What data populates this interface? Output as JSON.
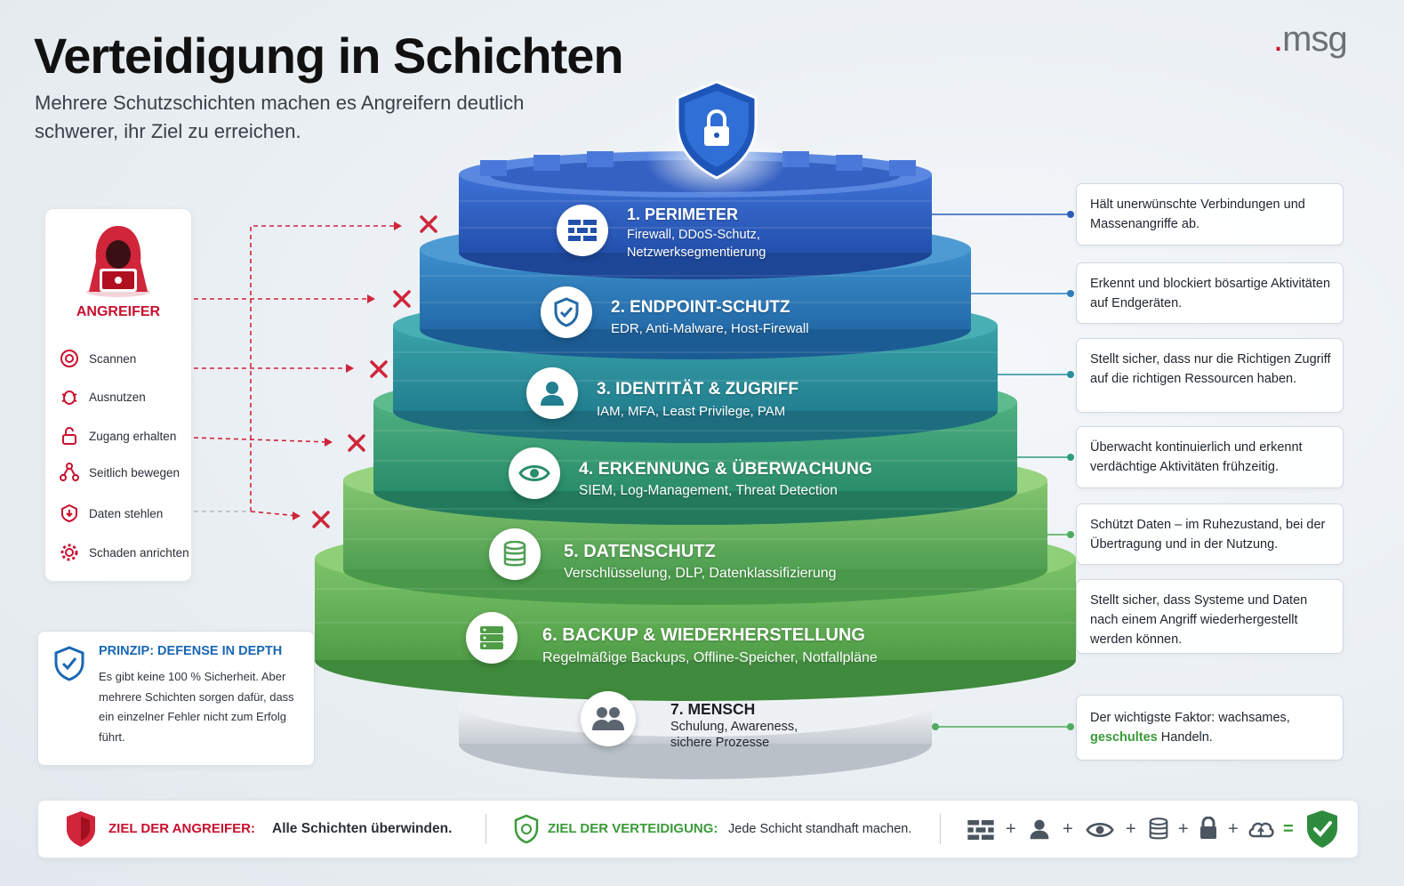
{
  "header": {
    "title": "Verteidigung in Schichten",
    "subtitle": "Mehrere Schutzschichten machen es Angreifern deutlich schwerer, ihr Ziel zu erreichen.",
    "logo": "msg"
  },
  "attacker": {
    "label": "ANGREIFER",
    "steps": [
      "Scannen",
      "Ausnutzen",
      "Zugang erhalten",
      "Seitlich bewegen",
      "Daten stehlen",
      "Schaden anrichten"
    ]
  },
  "principle": {
    "title": "PRINZIP: DEFENSE IN DEPTH",
    "text": "Es gibt keine 100 % Sicherheit. Aber mehrere Schichten sorgen dafür, dass ein einzelner Fehler nicht zum Erfolg führt."
  },
  "layers": [
    {
      "title": "1. PERIMETER",
      "sub1": "Firewall, DDoS-Schutz,",
      "sub2": "Netzwerksegmentierung",
      "icon": "firewall-icon",
      "color": "#2f62c2",
      "desc": "Hält unerwünschte Verbindungen und Massenangriffe ab."
    },
    {
      "title": "2. ENDPOINT-SCHUTZ",
      "sub1": "EDR, Anti-Malware, Host-Firewall",
      "icon": "shield-icon",
      "color": "#2f7db8",
      "desc": "Erkennt und blockiert bösartige Aktivitäten auf Endgeräten."
    },
    {
      "title": "3. IDENTITÄT & ZUGRIFF",
      "sub1": "IAM, MFA, Least Privilege, PAM",
      "icon": "user-icon",
      "color": "#2a8c9e",
      "desc": "Stellt sicher, dass nur die Richtigen Zugriff auf die richtigen Ressourcen haben."
    },
    {
      "title": "4. ERKENNUNG & ÜBERWACHUNG",
      "sub1": "SIEM, Log-Management, Threat Detection",
      "icon": "eye-icon",
      "color": "#2f9c7c",
      "desc": "Überwacht kontinuierlich und erkennt verdächtige Aktivitäten frühzeitig."
    },
    {
      "title": "5. DATENSCHUTZ",
      "sub1": "Verschlüsselung, DLP, Datenklassifizierung",
      "icon": "database-icon",
      "color": "#4eab5d",
      "desc": "Schützt Daten – im Ruhezustand, bei der Übertragung und in der Nutzung."
    },
    {
      "title": "6. BACKUP & WIEDERHERSTELLUNG",
      "sub1": "Regelmäßige Backups, Offline-Speicher, Notfallpläne",
      "icon": "backup-server-icon",
      "color": "#5fae52",
      "desc": "Stellt sicher, dass Systeme und Daten nach einem Angriff wiederhergestellt werden können."
    },
    {
      "title": "7. MENSCH",
      "sub1": "Schulung, Awareness,",
      "sub2": "sichere Prozesse",
      "icon": "people-icon",
      "color": "#d9dde2",
      "desc_pre": "Der wichtigste Faktor: wachsames,",
      "desc_green": "geschultes",
      "desc_post": "Handeln."
    }
  ],
  "bottom": {
    "attack_label": "ZIEL DER ANGREIFER:",
    "attack_text": "Alle Schichten überwinden.",
    "defense_label": "ZIEL DER VERTEIDIGUNG:",
    "defense_text": "Jede Schicht standhaft machen.",
    "plus": "+",
    "equals": "="
  }
}
